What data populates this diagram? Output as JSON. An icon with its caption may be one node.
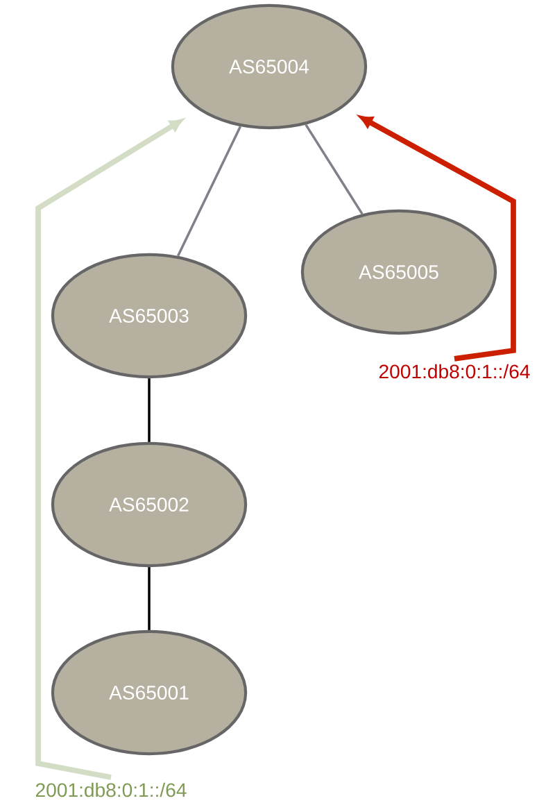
{
  "diagram": {
    "nodes": [
      {
        "text": [
          "AS65004"
        ]
      },
      {
        "text": [
          "AS65003"
        ]
      },
      {
        "text": [
          "AS65005"
        ]
      },
      {
        "text": [
          "AS65002"
        ]
      },
      {
        "text": [
          "AS65001"
        ]
      },
      {
        "text": [
          "2001:db8:0:1::/64"
        ]
      },
      {
        "text": [
          "2001:db8:0:1::/64"
        ]
      }
    ],
    "edges": [
      {
        "from": 0,
        "to": 1,
        "arrow": "none",
        "color": "#80808a"
      },
      {
        "from": 0,
        "to": 2,
        "arrow": "none",
        "color": "#80808a"
      },
      {
        "from": 1,
        "to": 3,
        "arrow": "none",
        "color": "#000000"
      },
      {
        "from": 3,
        "to": 4,
        "arrow": "none",
        "color": "#000000"
      },
      {
        "from": 5,
        "to": 0,
        "arrow": "to",
        "style": "thick",
        "color": "#cc1f00"
      },
      {
        "from": 6,
        "to": 0,
        "arrow": "to",
        "style": "thick",
        "color": "#d3dcc4"
      }
    ]
  }
}
